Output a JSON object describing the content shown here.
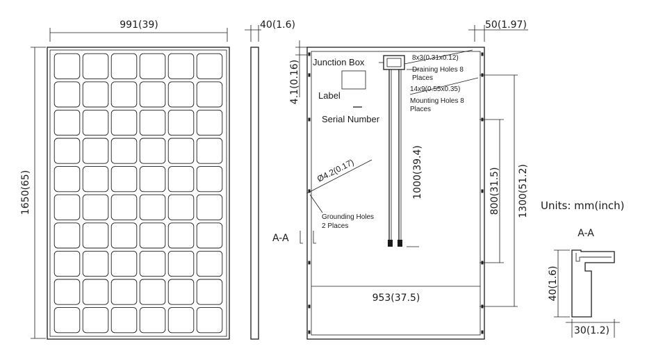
{
  "front_view": {
    "width_dim": "991(39)",
    "height_dim": "1650(65)",
    "cell_rows": 10,
    "cell_cols": 6
  },
  "side_view": {
    "thickness_dim": "40(1.6)"
  },
  "back_view": {
    "right_offset_dim": "50(1.97)",
    "top_offset_dim": "4.1(0.16)",
    "junction_box_label": "Junction Box",
    "draining_holes_size": "8x3(0.31x0.12)",
    "draining_holes_line1": "Draining Holes 8",
    "draining_holes_line2": "Places",
    "mounting_holes_size": "14x9(0.55x0.35)",
    "mounting_holes_line1": "Mounting Holes 8",
    "mounting_holes_line2": "Places",
    "label_text": "Label",
    "serial_number_text": "Serial Number",
    "cable_length_dim": "1000(39.4)",
    "hole_diameter_dim": "Ø4.2(0.17)",
    "grounding_holes_line1": "Grounding Holes",
    "grounding_holes_line2": "2 Places",
    "section_marker": "A-A",
    "inner_width_dim": "953(37.5)",
    "mount_spacing_inner_dim": "800(31.5)",
    "mount_spacing_outer_dim": "1300(51.2)"
  },
  "section_view": {
    "units_text": "Units: mm(inch)",
    "section_title": "A-A",
    "height_dim": "40(1.6)",
    "width_dim": "30(1.2)"
  },
  "colors": {
    "line": "#1a1a1a",
    "background": "#ffffff"
  }
}
